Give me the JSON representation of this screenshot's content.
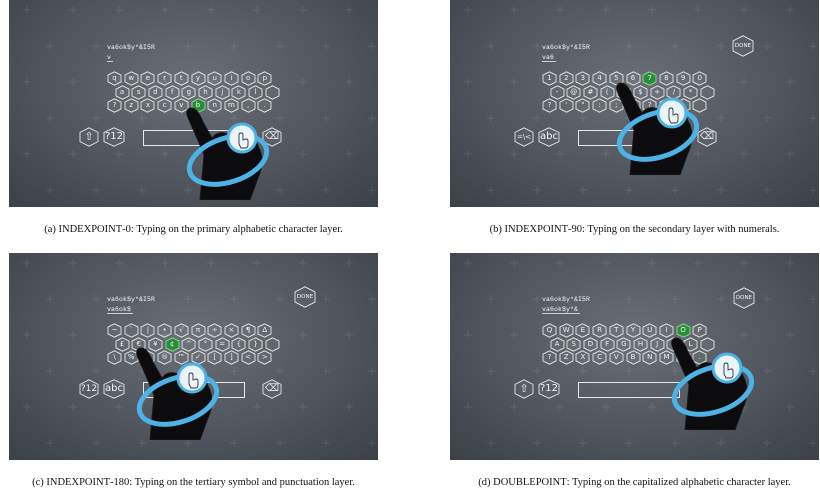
{
  "figure": {
    "panels": [
      {
        "caption": {
          "prefix": "(a) ",
          "mode_part1": "I",
          "mode_sc1": "NDEX",
          "mode_part2": "P",
          "mode_sc2": "OINT",
          "mode_suffix": "-0",
          "text": ": Typing on the primary alphabetic character layer."
        },
        "prompt": "va6ok$y*&I5R",
        "typed": "v",
        "rows": [
          [
            "q",
            "w",
            "e",
            "r",
            "t",
            "y",
            "u",
            "i",
            "o",
            "p"
          ],
          [
            "a",
            "s",
            "d",
            "f",
            "g",
            "h",
            "j",
            "k",
            "l",
            ""
          ],
          [
            "?",
            "z",
            "x",
            "c",
            "v",
            "b",
            "n",
            "m",
            ",",
            "."
          ]
        ],
        "left_ctrl_1": "⇧",
        "left_ctrl_2": "?12",
        "right_ctrl": "⌫",
        "done": ""
      },
      {
        "caption": {
          "prefix": "(b) ",
          "mode_part1": "I",
          "mode_sc1": "NDEX",
          "mode_part2": "P",
          "mode_sc2": "OINT",
          "mode_suffix": "-90",
          "text": ": Typing on the secondary layer with numerals."
        },
        "prompt": "va6ok$y*&I5R",
        "typed": "va6",
        "rows": [
          [
            "1",
            "2",
            "3",
            "4",
            "5",
            "6",
            "7",
            "8",
            "9",
            "0"
          ],
          [
            "-",
            "@",
            "#",
            "(",
            ")",
            "$",
            "+",
            "/",
            "*",
            ""
          ],
          [
            "?",
            "'",
            "\"",
            ":",
            ";",
            "!",
            "?",
            ",",
            ".",
            ""
          ]
        ],
        "left_ctrl_1": "=\\<",
        "left_ctrl_2": "abc",
        "right_ctrl": "⌫",
        "done": "DONE"
      },
      {
        "caption": {
          "prefix": "(c) ",
          "mode_part1": "I",
          "mode_sc1": "NDEX",
          "mode_part2": "P",
          "mode_sc2": "OINT",
          "mode_suffix": "-180",
          "text": ": Typing on the tertiary symbol and punctuation layer."
        },
        "prompt": "va6ok$y*&I5R",
        "typed": "va6ok$",
        "rows": [
          [
            "~",
            "`",
            "|",
            "•",
            "√",
            "π",
            "÷",
            "×",
            "¶",
            "Δ"
          ],
          [
            "£",
            "€",
            "¥",
            "¢",
            "^",
            "°",
            "=",
            "{",
            "}",
            ""
          ],
          [
            "\\",
            "%",
            "©",
            "®",
            "™",
            "✓",
            "[",
            "]",
            "<",
            ">"
          ]
        ],
        "left_ctrl_1": "?12",
        "left_ctrl_2": "abc",
        "right_ctrl": "⌫",
        "done": "DONE"
      },
      {
        "caption": {
          "prefix": "(d) ",
          "mode_part1": "D",
          "mode_sc1": "OUBLE",
          "mode_part2": "P",
          "mode_sc2": "OINT",
          "mode_suffix": "",
          "text": ": Typing on the capitalized alphabetic character layer."
        },
        "prompt": "va6ok$y*&I5R",
        "typed": "va6ok$y*&",
        "rows": [
          [
            "Q",
            "W",
            "E",
            "R",
            "T",
            "Y",
            "U",
            "I",
            "O",
            "P"
          ],
          [
            "A",
            "S",
            "D",
            "F",
            "G",
            "H",
            "J",
            "K",
            "L",
            ""
          ],
          [
            "?",
            "Z",
            "X",
            "C",
            "V",
            "B",
            "N",
            "M",
            ",",
            "."
          ]
        ],
        "left_ctrl_1": "⇧",
        "left_ctrl_2": "?12",
        "right_ctrl": "⌫",
        "done": "DONE"
      }
    ]
  },
  "colors": {
    "highlight": "#2e8b3c",
    "watch": "#4db3e6",
    "hex_stroke": "#e6e6e6"
  },
  "icons": [
    "shift-icon",
    "backspace-icon",
    "hand-icon",
    "watch-icon"
  ]
}
